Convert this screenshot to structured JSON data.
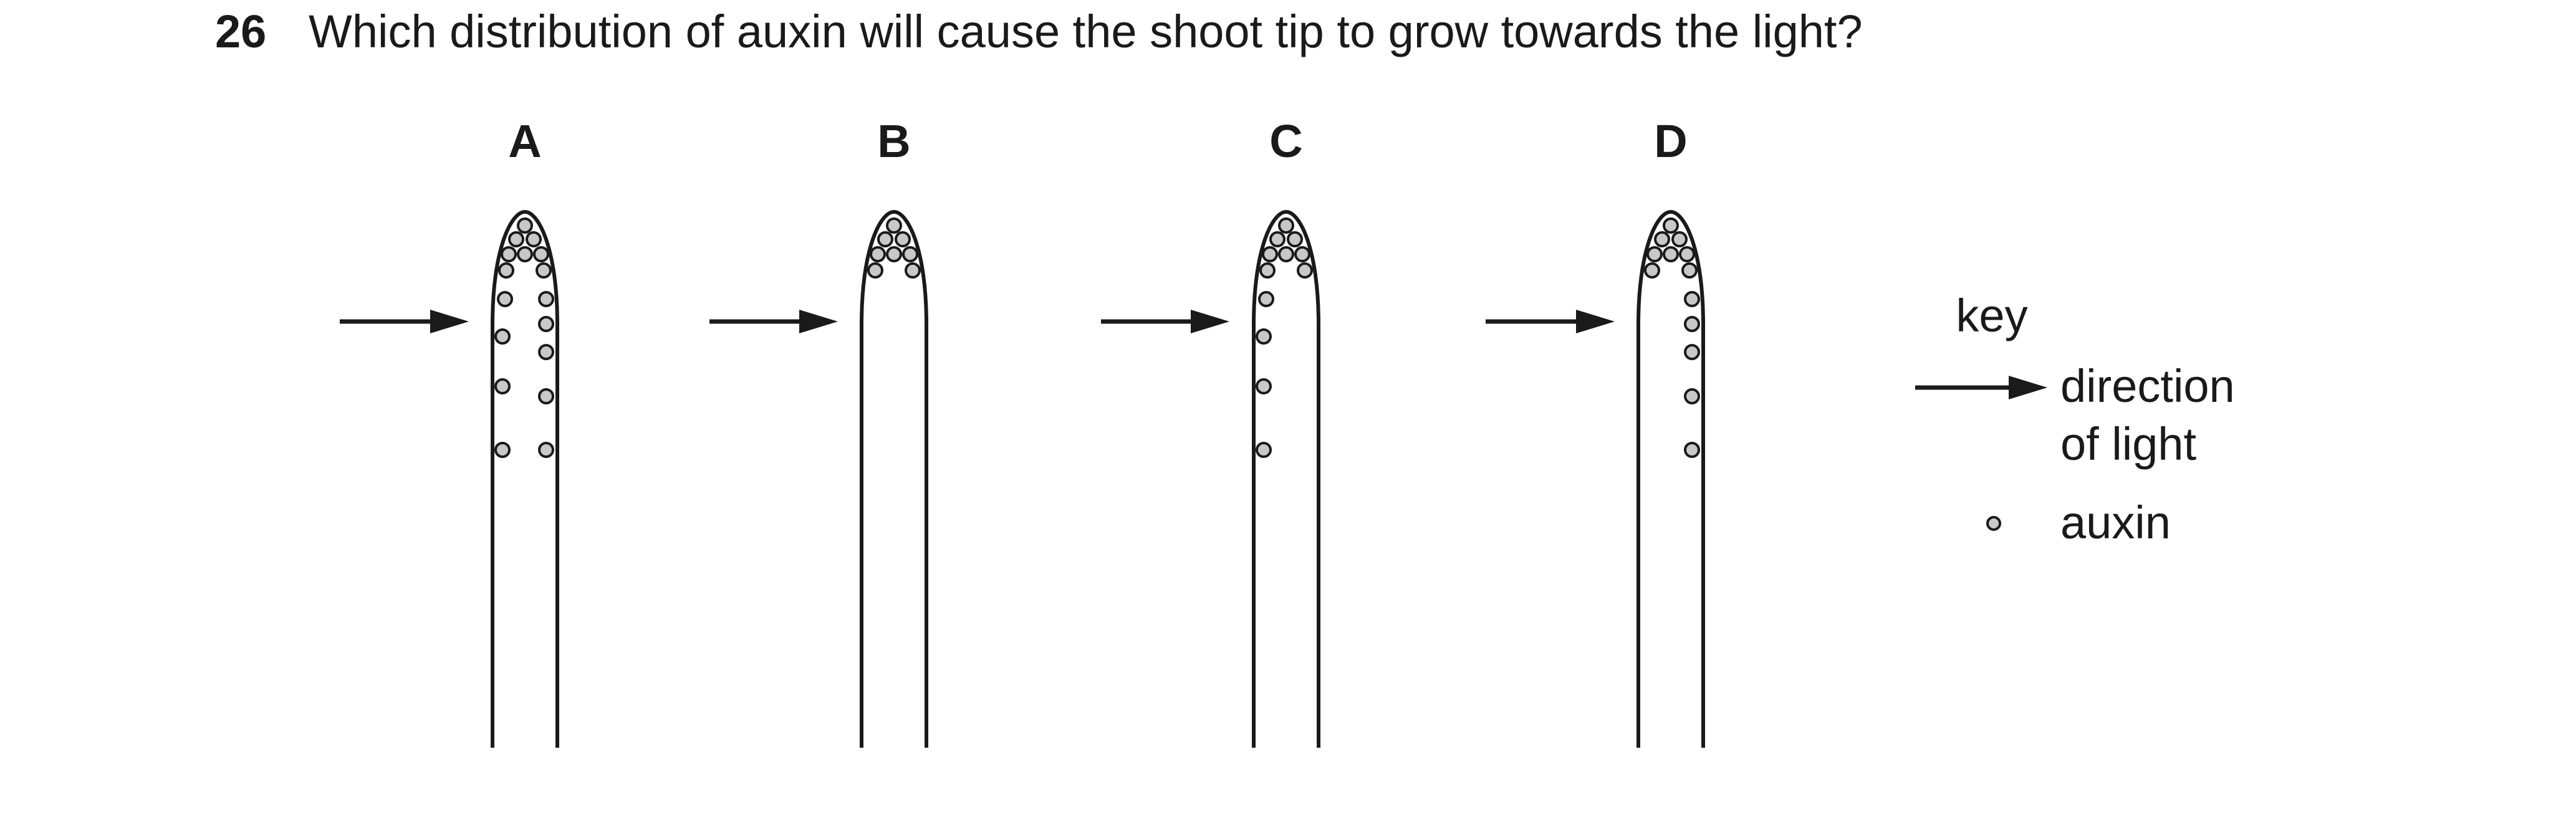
{
  "question": {
    "number": "26",
    "text": "Which distribution of auxin will cause the shoot tip to grow towards the light?"
  },
  "options": [
    {
      "label": "A",
      "auxin_pattern": "tip cluster, spread down both sides"
    },
    {
      "label": "B",
      "auxin_pattern": "tip cluster only"
    },
    {
      "label": "C",
      "auxin_pattern": "tip cluster, spread down lit (left) side"
    },
    {
      "label": "D",
      "auxin_pattern": "tip cluster, spread down shaded (right) side"
    }
  ],
  "key": {
    "title": "key",
    "arrow_label_line1": "direction",
    "arrow_label_line2": "of light",
    "dot_label": "auxin"
  },
  "colors": {
    "ink": "#1a1a1a",
    "auxin_fill": "#c8c8c8"
  }
}
